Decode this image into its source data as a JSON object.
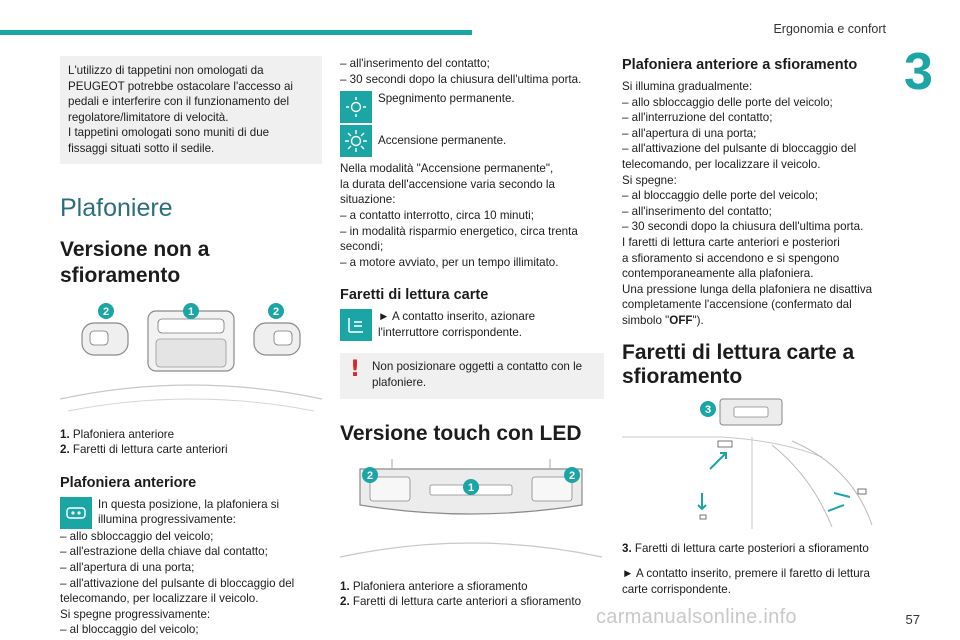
{
  "header": {
    "title": "Ergonomia e confort",
    "chapter": "3"
  },
  "col1": {
    "info_lines": [
      "L'utilizzo di tappetini non omologati da",
      "PEUGEOT potrebbe ostacolare l'accesso ai",
      "pedali e interferire con il funzionamento del",
      "regolatore/limitatore di velocità.",
      "I tappetini omologati sono muniti di due",
      "fissaggi situati sotto il sedile."
    ],
    "section_title": "Plafoniere",
    "heading1": "Versione non a sfioramento",
    "illus_badges": [
      "2",
      "1",
      "2"
    ],
    "captions": [
      {
        "num": "1.",
        "text": "Plafoniera anteriore"
      },
      {
        "num": "2.",
        "text": "Faretti di lettura carte anteriori"
      }
    ],
    "heading2": "Plafoniera anteriore",
    "icon_text_lines": [
      "In questa posizione, la plafoniera si",
      "illumina progressivamente:"
    ],
    "body_lines": [
      "– allo sbloccaggio del veicolo;",
      "– all'estrazione della chiave dal contatto;",
      "– all'apertura di una porta;",
      "– all'attivazione del pulsante di bloccaggio del",
      "telecomando, per localizzare il veicolo.",
      "Si spegne progressivamente:",
      "– al bloccaggio del veicolo;"
    ]
  },
  "col2": {
    "top_lines": [
      "– all'inserimento del contatto;",
      "– 30 secondi dopo la chiusura dell'ultima porta."
    ],
    "icon_off_text": "Spegnimento permanente.",
    "icon_on_text": "Accensione permanente.",
    "body_lines": [
      "Nella modalità \"Accensione permanente\",",
      "la durata dell'accensione varia secondo la",
      "situazione:",
      "– a contatto interrotto, circa 10 minuti;",
      "– in modalità risparmio energetico, circa trenta",
      "secondi;",
      "– a motore avviato, per un tempo illimitato."
    ],
    "heading2": "Faretti di lettura carte",
    "reading_lines": [
      "► A contatto inserito, azionare",
      "l'interruttore corrispondente."
    ],
    "warning_lines": [
      "Non posizionare oggetti a contatto con le",
      "plafoniere."
    ],
    "heading1": "Versione touch con LED",
    "illus_badges": [
      "2",
      "1",
      "2"
    ],
    "captions": [
      {
        "num": "1.",
        "text": "Plafoniera anteriore a sfioramento"
      },
      {
        "num": "2.",
        "text": "Faretti di lettura carte anteriori a sfioramento"
      }
    ]
  },
  "col3": {
    "heading2": "Plafoniera anteriore a sfioramento",
    "body_lines": [
      "Si illumina gradualmente:",
      "– allo sbloccaggio delle porte del veicolo;",
      "– all'interruzione del contatto;",
      "– all'apertura di una porta;",
      "– all'attivazione del pulsante di bloccaggio del",
      "telecomando, per localizzare il veicolo.",
      "Si spegne:",
      "– al bloccaggio delle porte del veicolo;",
      "– all'inserimento del contatto;",
      "– 30 secondi dopo la chiusura dell'ultima porta.",
      "I faretti di lettura carte anteriori e posteriori",
      "a sfioramento si accendono e si spengono",
      "contemporaneamente alla plafoniera.",
      "Una pressione lunga della plafoniera ne disattiva",
      "completamente l'accensione (confermato dal"
    ],
    "last_line_prefix": "simbolo \"",
    "last_line_bold": "OFF",
    "last_line_suffix": "\").",
    "heading1_lines": [
      "Faretti di lettura carte a",
      "sfioramento"
    ],
    "illus_badge": "3",
    "caption": {
      "num": "3.",
      "text": "Faretti di lettura carte posteriori a sfioramento"
    },
    "action_lines": [
      "► A contatto inserito, premere il faretto di lettura",
      "carte corrispondente."
    ]
  },
  "footer": {
    "page": "57",
    "watermark": "carmanualsonline.info"
  },
  "colors": {
    "accent": "#1ba5a5",
    "section": "#2b6e80",
    "warning": "#d9262c"
  }
}
